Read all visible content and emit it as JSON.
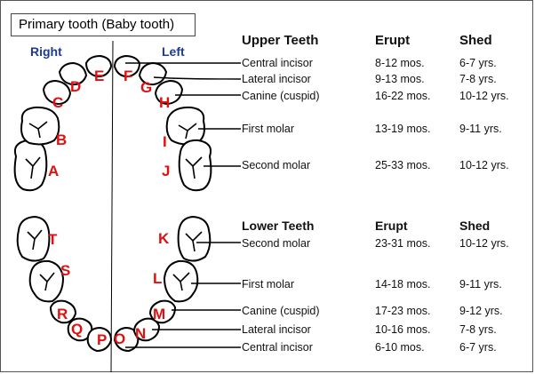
{
  "title": "Primary tooth (Baby tooth)",
  "side_labels": {
    "right": "Right",
    "left": "Left"
  },
  "tooth_letters": [
    "A",
    "B",
    "C",
    "D",
    "E",
    "F",
    "G",
    "H",
    "I",
    "J",
    "K",
    "L",
    "M",
    "N",
    "O",
    "P",
    "Q",
    "R",
    "S",
    "T"
  ],
  "colors": {
    "letter": "#e01010",
    "side_label": "#1f3a93"
  },
  "upper": {
    "header": {
      "name": "Upper Teeth",
      "erupt": "Erupt",
      "shed": "Shed"
    },
    "rows": [
      {
        "name": "Central incisor",
        "erupt": "8-12 mos.",
        "shed": "6-7 yrs."
      },
      {
        "name": "Lateral incisor",
        "erupt": "9-13 mos.",
        "shed": "7-8 yrs."
      },
      {
        "name": "Canine (cuspid)",
        "erupt": "16-22 mos.",
        "shed": "10-12 yrs."
      },
      {
        "name": "First molar",
        "erupt": "13-19 mos.",
        "shed": "9-11 yrs."
      },
      {
        "name": "Second molar",
        "erupt": "25-33 mos.",
        "shed": "10-12 yrs."
      }
    ]
  },
  "lower": {
    "header": {
      "name": "Lower Teeth",
      "erupt": "Erupt",
      "shed": "Shed"
    },
    "rows": [
      {
        "name": "Second molar",
        "erupt": "23-31 mos.",
        "shed": "10-12 yrs."
      },
      {
        "name": "First molar",
        "erupt": "14-18 mos.",
        "shed": "9-11 yrs."
      },
      {
        "name": "Canine (cuspid)",
        "erupt": "17-23 mos.",
        "shed": "9-12 yrs."
      },
      {
        "name": "Lateral incisor",
        "erupt": "10-16 mos.",
        "shed": "7-8 yrs."
      },
      {
        "name": "Central incisor",
        "erupt": "6-10 mos.",
        "shed": "6-7 yrs."
      }
    ]
  }
}
